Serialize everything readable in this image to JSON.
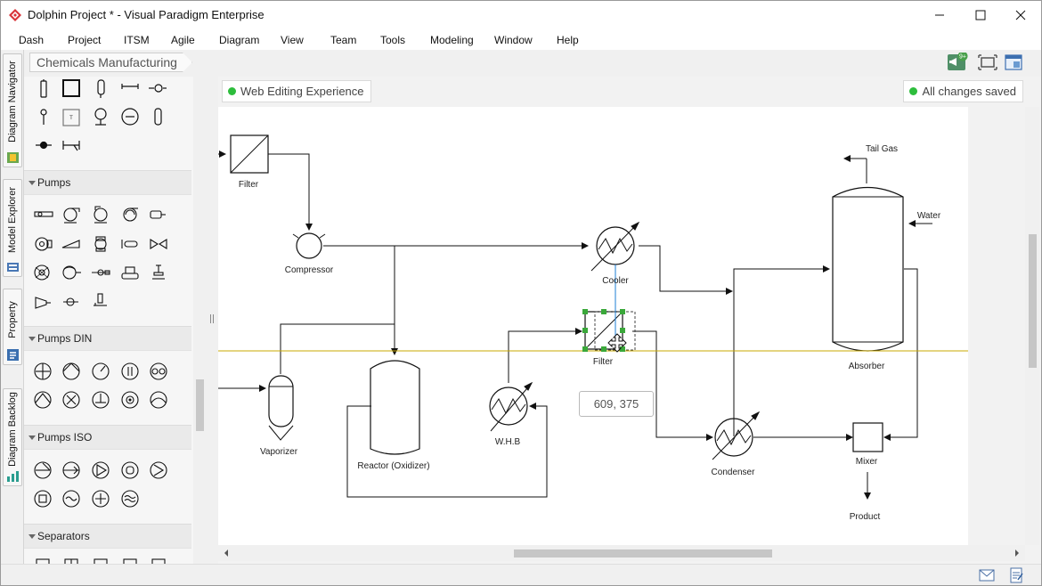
{
  "window": {
    "title": "Dolphin Project * - Visual Paradigm Enterprise",
    "minimize_glyph": "—",
    "maximize_glyph": "☐",
    "close_glyph": "✕"
  },
  "menu": [
    "Dash",
    "Project",
    "ITSM",
    "Agile",
    "Diagram",
    "View",
    "Team",
    "Tools",
    "Modeling",
    "Window",
    "Help"
  ],
  "breadcrumb": "Chemicals Manufacturing",
  "toolbar": {
    "notification_badge": "9+",
    "icons": [
      "megaphone-icon",
      "fit-diagram-icon",
      "diagram-overview-icon"
    ]
  },
  "side_tabs": [
    "Diagram Navigator",
    "Model Explorer",
    "Property",
    "Diagram Backlog"
  ],
  "palette": {
    "groups": [
      "Pumps",
      "Pumps DIN",
      "Pumps ISO",
      "Separators"
    ]
  },
  "status": {
    "web_editing": "Web Editing Experience",
    "saved": "All changes saved"
  },
  "diagram": {
    "labels": {
      "filter_top": "Filter",
      "compressor": "Compressor",
      "cooler": "Cooler",
      "filter_selected": "Filter",
      "vaporizer": "Vaporizer",
      "reactor": "Reactor (Oxidizer)",
      "whb": "W.H.B",
      "condenser": "Condenser",
      "tail_gas": "Tail Gas",
      "water": "Water",
      "absorber": "Absorber",
      "mixer": "Mixer",
      "product": "Product"
    },
    "coord_tooltip": "609, 375",
    "accent_colors": {
      "selection": "#3aa83a",
      "guide_vertical": "#1e7fd6",
      "guide_horizontal": "#c9a800"
    }
  },
  "statusbar_icons": [
    "mail-icon",
    "notes-icon"
  ]
}
